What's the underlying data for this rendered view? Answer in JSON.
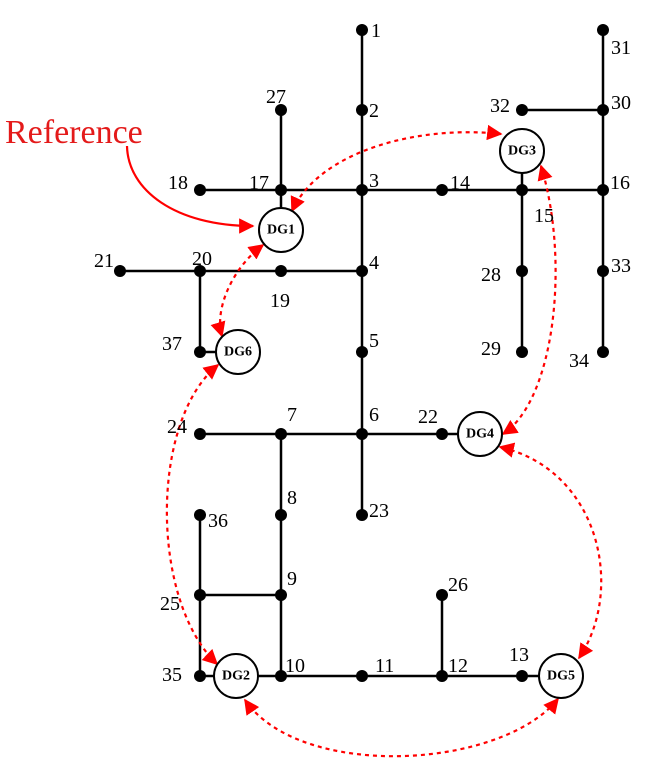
{
  "reference_label": "Reference",
  "colors": {
    "line": "#000000",
    "communication": "#ff0000",
    "reference_text": "#e41a1a"
  },
  "nodes": [
    "1",
    "2",
    "3",
    "4",
    "5",
    "6",
    "7",
    "8",
    "9",
    "10",
    "11",
    "12",
    "13",
    "14",
    "15",
    "16",
    "17",
    "18",
    "19",
    "20",
    "21",
    "22",
    "23",
    "24",
    "25",
    "26",
    "27",
    "28",
    "29",
    "30",
    "31",
    "32",
    "33",
    "34",
    "35",
    "36",
    "37"
  ],
  "generators": [
    "DG1",
    "DG2",
    "DG3",
    "DG4",
    "DG5",
    "DG6"
  ],
  "connections": [
    [
      "1",
      "2"
    ],
    [
      "2",
      "3"
    ],
    [
      "3",
      "4"
    ],
    [
      "4",
      "5"
    ],
    [
      "5",
      "6"
    ],
    [
      "6",
      "23"
    ],
    [
      "6",
      "22"
    ],
    [
      "22",
      "DG4"
    ],
    [
      "6",
      "7"
    ],
    [
      "7",
      "24"
    ],
    [
      "7",
      "8"
    ],
    [
      "8",
      "9"
    ],
    [
      "9",
      "10"
    ],
    [
      "9",
      "25"
    ],
    [
      "25",
      "36"
    ],
    [
      "25",
      "35"
    ],
    [
      "35",
      "DG2"
    ],
    [
      "DG2",
      "10"
    ],
    [
      "10",
      "11"
    ],
    [
      "11",
      "12"
    ],
    [
      "12",
      "26"
    ],
    [
      "12",
      "13"
    ],
    [
      "13",
      "DG5"
    ],
    [
      "4",
      "19"
    ],
    [
      "19",
      "20"
    ],
    [
      "20",
      "21"
    ],
    [
      "20",
      "37"
    ],
    [
      "37",
      "DG6"
    ],
    [
      "3",
      "17"
    ],
    [
      "17",
      "18"
    ],
    [
      "17",
      "27"
    ],
    [
      "17",
      "DG1"
    ],
    [
      "3",
      "14"
    ],
    [
      "14",
      "15"
    ],
    [
      "15",
      "DG3"
    ],
    [
      "15",
      "28"
    ],
    [
      "28",
      "29"
    ],
    [
      "15",
      "16"
    ],
    [
      "16",
      "30"
    ],
    [
      "30",
      "31"
    ],
    [
      "30",
      "32"
    ],
    [
      "16",
      "33"
    ],
    [
      "33",
      "34"
    ]
  ],
  "communication_links": [
    [
      "DG1",
      "DG3"
    ],
    [
      "DG1",
      "DG6"
    ],
    [
      "DG6",
      "DG2"
    ],
    [
      "DG2",
      "DG5"
    ],
    [
      "DG5",
      "DG4"
    ],
    [
      "DG4",
      "DG3"
    ]
  ],
  "reference_target": "DG1"
}
